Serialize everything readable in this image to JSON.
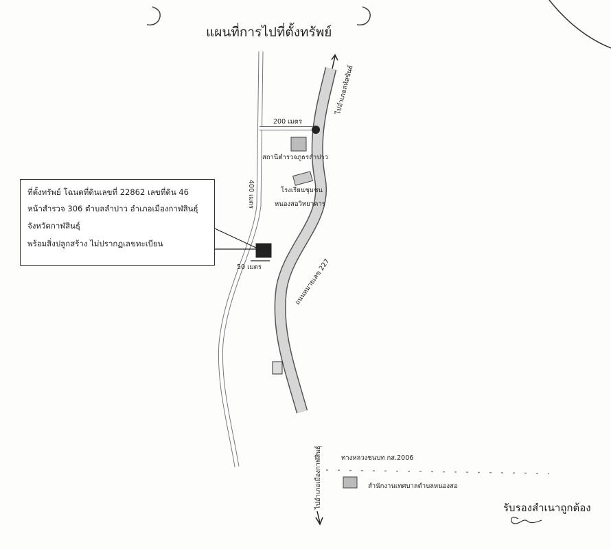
{
  "title": "แผนที่การไปที่ตั้งทรัพย์",
  "property_box": {
    "line1": "ที่ตั้งทรัพย์ โฉนดที่ดินเลขที่ 22862 เลขที่ดิน 46",
    "line2": "หน้าสำรวจ 306 ตำบลลำปาว อำเภอเมืองกาฬสินธุ์",
    "line3": "จังหวัดกาฬสินธุ์",
    "line4": "พร้อมสิ่งปลูกสร้าง ไม่ปรากฏเลขทะเบียน"
  },
  "labels": {
    "to_north": "ไปอำเภอสหัสขันธ์",
    "dist_200": "200 เมตร",
    "police": "สถานีตำรวจภูธรลำปาว",
    "school_1": "โรงเรียนชุมชน",
    "school_2": "หนองสอวิทยาคาร",
    "dist_400": "400 เมตร",
    "dist_50": "50 เมตร",
    "highway": "ถนนหมายเลข 227",
    "to_south": "ไปอำเภอเมืองกาฬสินธุ์",
    "rural_road": "ทางหลวงชนบท กส.2006",
    "municipality": "สำนักงานเทศบาลตำบลหนองสอ"
  },
  "certify": "รับรองสำเนาถูกต้อง"
}
